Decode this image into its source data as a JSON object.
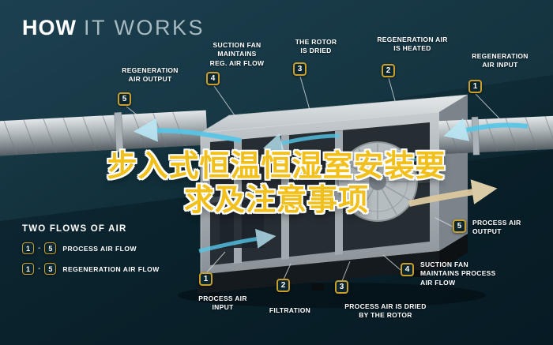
{
  "title": {
    "bold": "HOW",
    "light": "IT WORKS"
  },
  "overlay": {
    "line1": "步入式恒温恒湿室安装要",
    "line2": "求及注意事项"
  },
  "callouts": {
    "reg_output": {
      "num": "5",
      "label": "REGENERATION\nAIR OUTPUT"
    },
    "reg_fan": {
      "num": "4",
      "label": "SUCTION FAN\nMAINTAINS\nREG. AIR FLOW"
    },
    "rotor_dried": {
      "num": "3",
      "label": "THE ROTOR\nIS DRIED"
    },
    "reg_heated": {
      "num": "2",
      "label": "REGENERATION AIR\nIS HEATED"
    },
    "reg_input": {
      "num": "1",
      "label": "REGENERATION\nAIR INPUT"
    },
    "process_output": {
      "num": "5",
      "label": "PROCESS AIR\nOUTPUT"
    },
    "process_fan": {
      "num": "4",
      "label": "SUCTION FAN\nMAINTAINS PROCESS\nAIR FLOW"
    },
    "process_dried": {
      "num": "3",
      "label": "PROCESS AIR IS DRIED\nBY THE ROTOR"
    },
    "filtration": {
      "num": "2",
      "label": "FILTRATION"
    },
    "process_input": {
      "num": "1",
      "label": "PROCESS AIR\nINPUT"
    }
  },
  "legend": {
    "heading": "TWO FLOWS OF AIR",
    "rows": [
      {
        "from": "1",
        "sep": "-",
        "to": "5",
        "label": "PROCESS AIR FLOW"
      },
      {
        "from": "1",
        "sep": "-",
        "to": "5",
        "label": "REGENERATION AIR FLOW"
      }
    ]
  },
  "colors": {
    "background": "#0e2933",
    "badge_border": "#c89e2d",
    "overlay_text": "#f2c01c",
    "flow_blue": "#56c6e8",
    "flow_tan": "#dcc9a0"
  }
}
